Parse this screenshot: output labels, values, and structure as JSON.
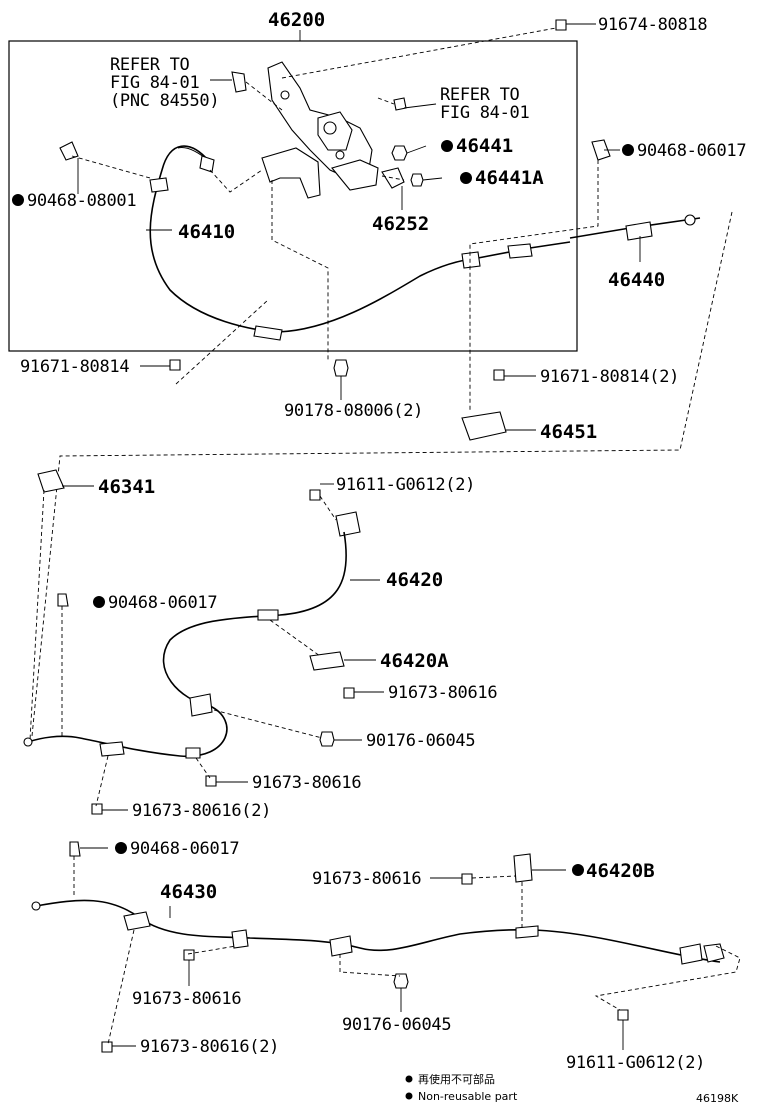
{
  "labels": {
    "p46200": "46200",
    "p91674_80818": "91674-80818",
    "refer1_l1": "REFER TO",
    "refer1_l2": "FIG 84-01",
    "refer1_l3": "(PNC 84550)",
    "refer2_l1": "REFER TO",
    "refer2_l2": "FIG 84-01",
    "p46441": "46441",
    "p90468_06017_a": "90468-06017",
    "p46441A": "46441A",
    "p90468_08001": "90468-08001",
    "p46410": "46410",
    "p46252": "46252",
    "p46440": "46440",
    "p91671_80814": "91671-80814",
    "p90178_08006_2": "90178-08006(2)",
    "p91671_80814_2": "91671-80814(2)",
    "p46451": "46451",
    "p46341": "46341",
    "p91611_G0612_2_a": "91611-G0612(2)",
    "p46420": "46420",
    "p90468_06017_b": "90468-06017",
    "p46420A": "46420A",
    "p91673_80616_a": "91673-80616",
    "p90176_06045_a": "90176-06045",
    "p91673_80616_b": "91673-80616",
    "p91673_80616_2_a": "91673-80616(2)",
    "p90468_06017_c": "90468-06017",
    "p91673_80616_c": "91673-80616",
    "p46420B": "46420B",
    "p46430": "46430",
    "p91673_80616_d": "91673-80616",
    "p90176_06045_b": "90176-06045",
    "p91673_80616_2_b": "91673-80616(2)",
    "p91611_G0612_2_b": "91611-G0612(2)"
  },
  "legend": {
    "line1": "再使用不可部品",
    "line2": "Non-reusable part"
  },
  "figure_code": "46198K"
}
